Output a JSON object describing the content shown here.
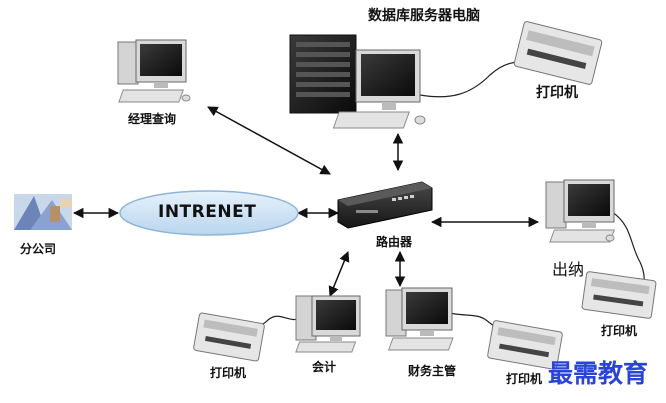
{
  "labels": {
    "db_server": "数据库服务器电脑",
    "printer_top": "打印机",
    "manager": "经理查询",
    "branch": "分公司",
    "internet": "INTRENET",
    "router": "路由器",
    "cashier": "出纳",
    "printer_right": "打印机",
    "printer_left": "打印机",
    "accounting": "会计",
    "finance_head": "财务主管",
    "printer_bottom": "打印机"
  },
  "watermark": "最需教育",
  "colors": {
    "ellipse_fill": "#cfe3f5",
    "ellipse_stroke": "#8fb4d8",
    "watermark": "#2a44d8",
    "device_gray": "#d6d6d6",
    "router_dark": "#2b2b2b"
  }
}
